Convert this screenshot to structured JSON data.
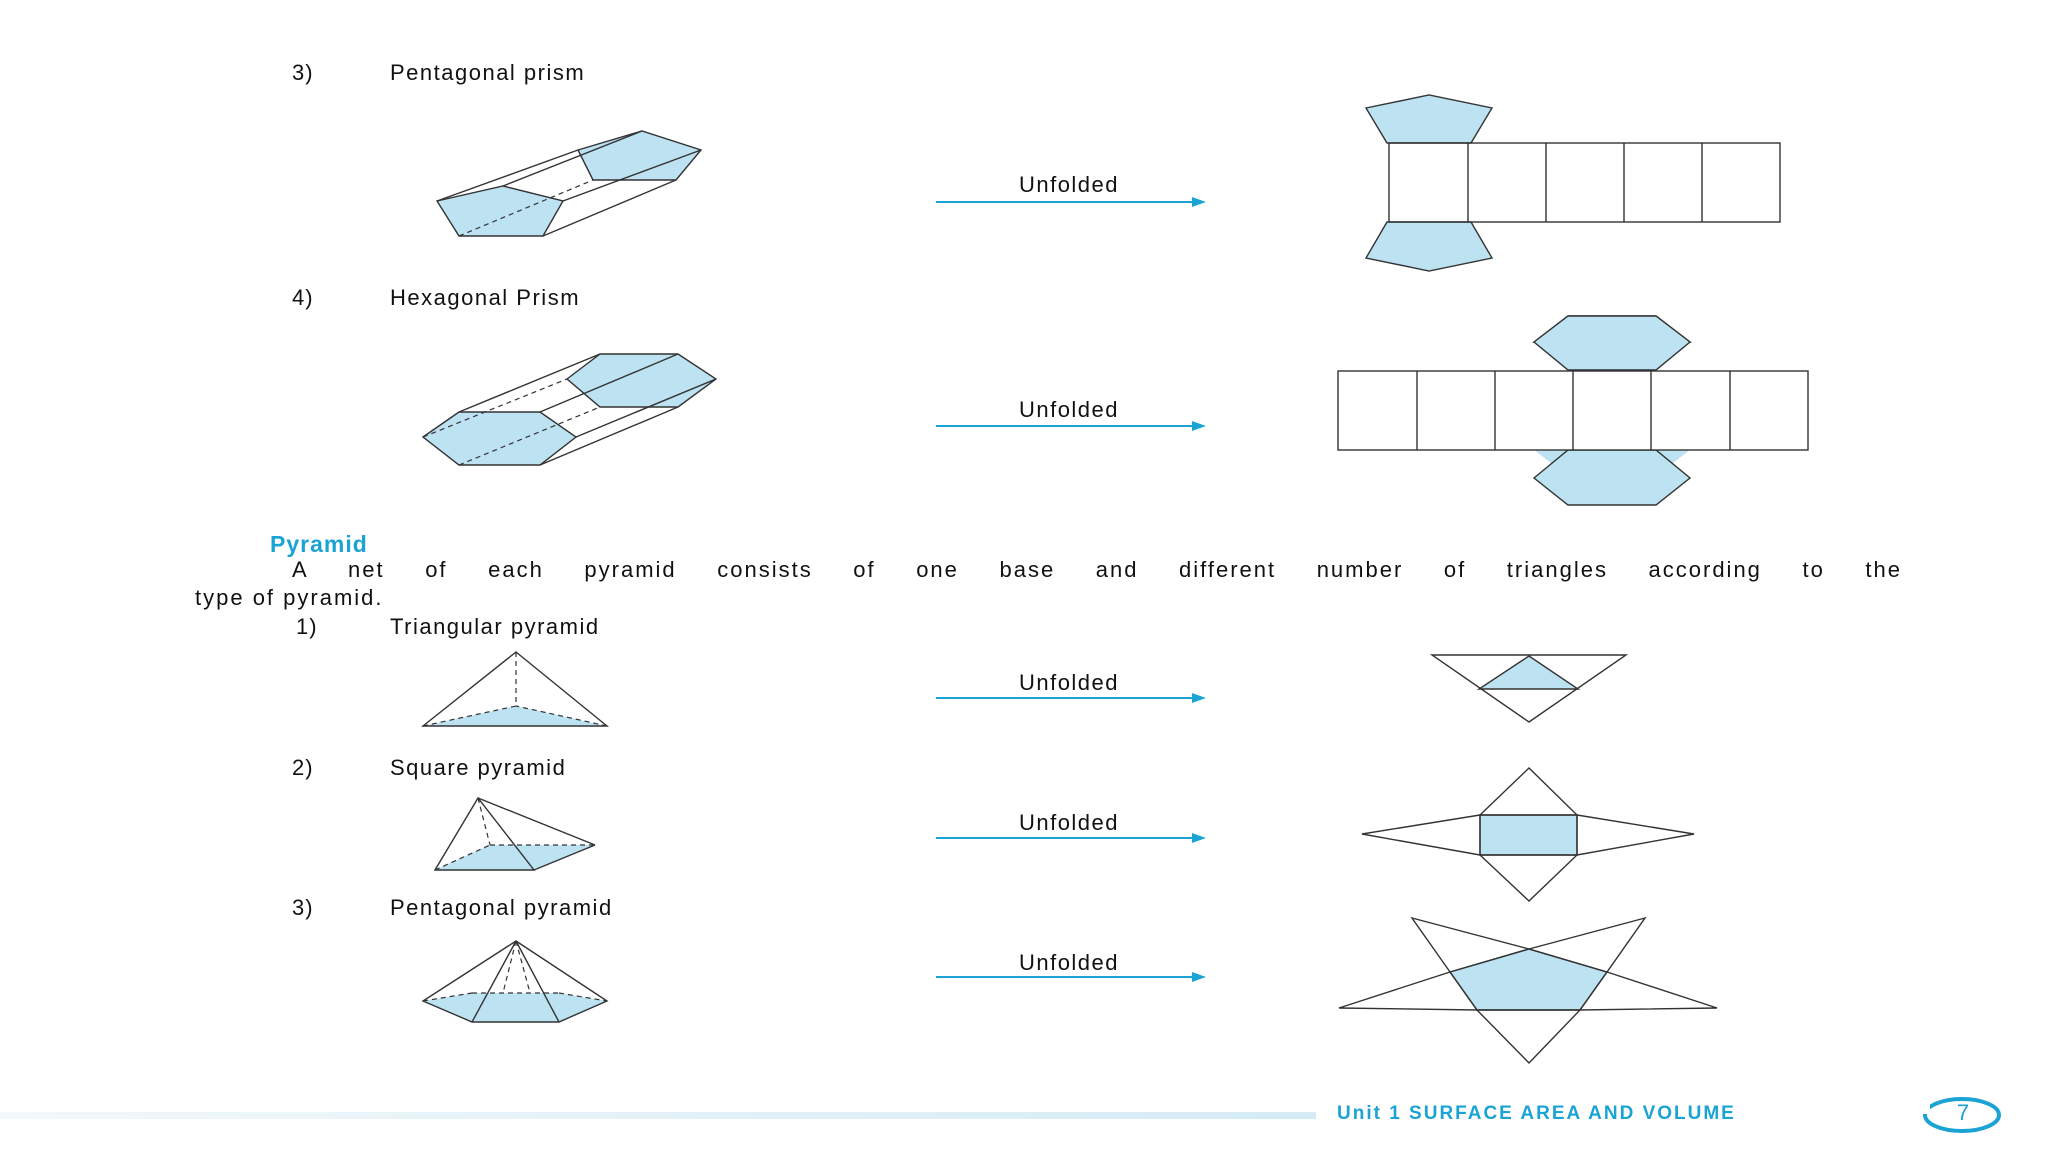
{
  "prisms": [
    {
      "num": "3)",
      "label": "Pentagonal prism",
      "arrow_label": "Unfolded"
    },
    {
      "num": "4)",
      "label": "Hexagonal Prism",
      "arrow_label": "Unfolded"
    }
  ],
  "section": {
    "heading": "Pyramid",
    "para_line1": "A net of each pyramid consists of one base and different number of triangles according to the",
    "para_line2": "type of pyramid."
  },
  "pyramids": [
    {
      "num": "1)",
      "label": "Triangular pyramid",
      "arrow_label": "Unfolded"
    },
    {
      "num": "2)",
      "label": "Square pyramid",
      "arrow_label": "Unfolded"
    },
    {
      "num": "3)",
      "label": "Pentagonal pyramid",
      "arrow_label": "Unfolded"
    }
  ],
  "footer": {
    "unit_text": "Unit 1 SURFACE AREA AND VOLUME",
    "page_number": "7"
  },
  "colors": {
    "accent": "#1aa3d4",
    "shape_fill": "#bde2f2"
  }
}
